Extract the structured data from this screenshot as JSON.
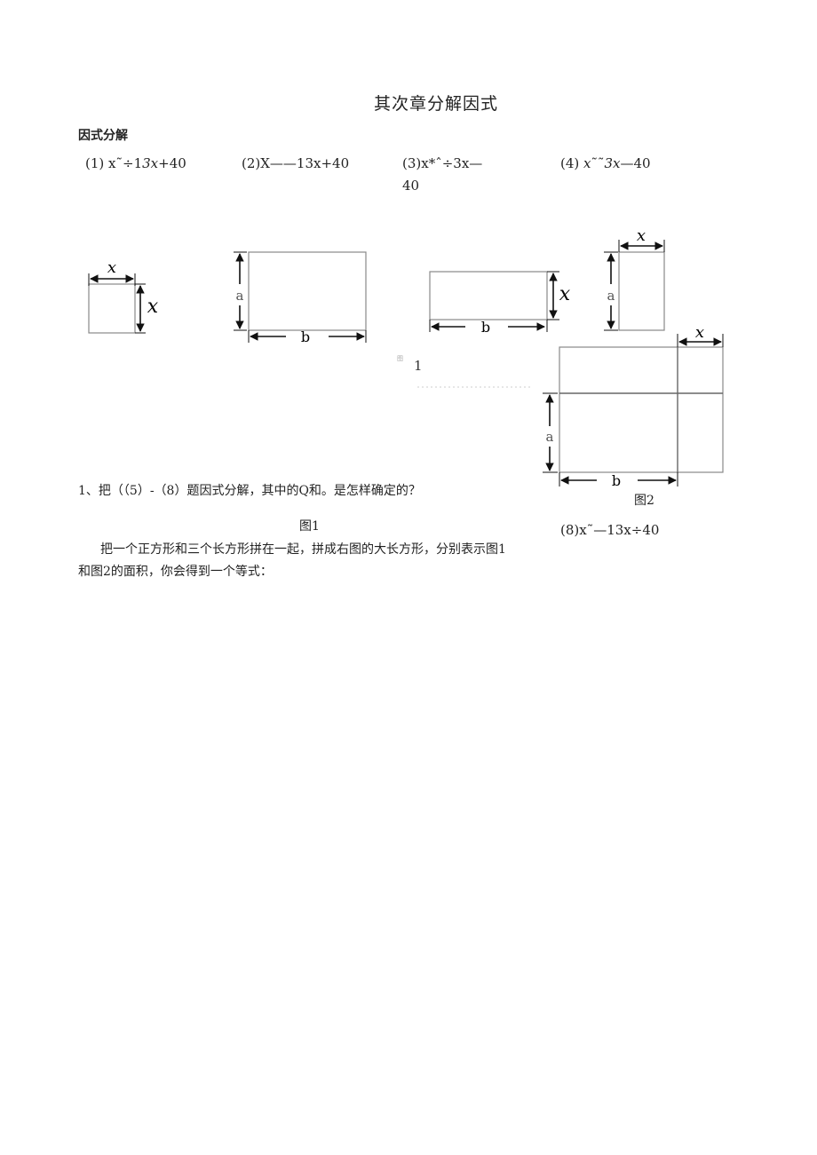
{
  "document": {
    "title": "其次章分解因式",
    "section_heading": "因式分解",
    "problems": [
      {
        "label": "(1)",
        "expr_a": "x",
        "expr_b": "˜÷1",
        "expr_c": "3x",
        "expr_d": "+40"
      },
      {
        "label": "(2)",
        "expr": "X——13x+40"
      },
      {
        "label": "(3)",
        "expr": "x*ˆ÷3x—",
        "continuation": "40"
      },
      {
        "label": "(4)",
        "expr_a": "x",
        "expr_b": "˜˜",
        "expr_c": "3x",
        "expr_d": "—40"
      }
    ],
    "problem8": {
      "label": "(8)",
      "expr": "x˜—13x÷40"
    },
    "question1": "1、把（（5）-（8）题因式分解，其中的Q和。是怎样确定的？",
    "figure1_caption": "图1",
    "figure2_caption": "图2",
    "paragraph_line1": "把一个正方形和三个长方形拼在一起，拼成右图的大长方形，分别表示图1",
    "paragraph_line2": "和图2的面积，你会得到一个等式：",
    "faint_label_prefix": "图",
    "faint_label_number": "1"
  },
  "figures": {
    "square": {
      "side_label_top": "x",
      "side_label_right": "x"
    },
    "rect_ab": {
      "height_label": "a",
      "width_label": "b"
    },
    "rect_bx": {
      "height_label": "x",
      "width_label": "b"
    },
    "rect_xa": {
      "width_label": "x",
      "height_label": "a"
    },
    "composite": {
      "top_right_label": "x",
      "left_label": "a",
      "bottom_label": "b"
    }
  },
  "colors": {
    "line": "#888888",
    "arrow": "#111111",
    "text": "#222222"
  }
}
